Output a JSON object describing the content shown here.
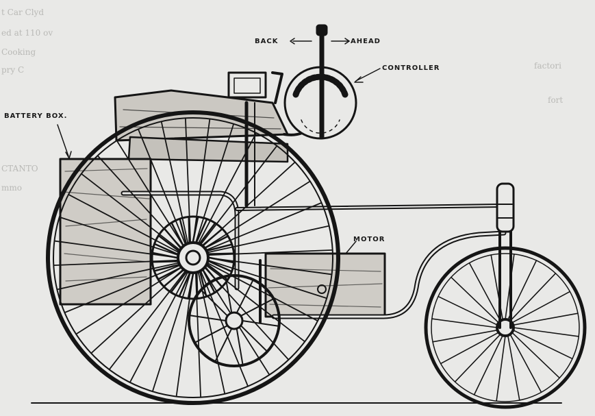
{
  "labels": {
    "back": "BACK",
    "ahead": "AHEAD",
    "controller": "CONTROLLER",
    "battery_box": "BATTERY BOX.",
    "motor": "MOTOR"
  },
  "bleed_through_text": [
    "t Car Clyd",
    "ed at 110 ov",
    "Cooking",
    "pry C",
    "factori",
    "fort",
    "CTANTO",
    "mmo"
  ],
  "colors": {
    "ink": "#111111",
    "paper": "#e9e9e7",
    "wood": "#c9c6c0"
  }
}
